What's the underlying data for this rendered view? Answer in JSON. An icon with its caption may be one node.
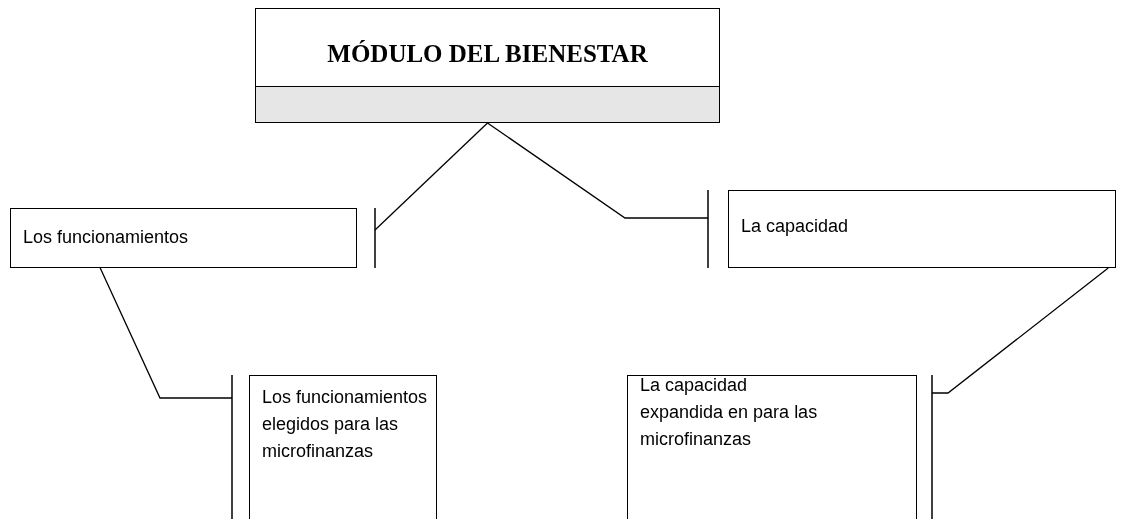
{
  "diagram": {
    "nodes": [
      {
        "text": [
          "MÓDULO DEL BIENESTAR"
        ]
      },
      {
        "text": [
          "Los funcionamientos"
        ]
      },
      {
        "text": [
          "La capacidad"
        ]
      },
      {
        "text": [
          "Los funcionamientos elegidos para las microfinanzas"
        ]
      },
      {
        "text": [
          "La capacidad expandida en para las microfinanzas"
        ]
      }
    ],
    "edges": [
      {
        "from": 0,
        "to": 1,
        "arrow": "other"
      },
      {
        "from": 0,
        "to": 2,
        "arrow": "other"
      },
      {
        "from": 1,
        "to": 3,
        "arrow": "other"
      },
      {
        "from": 2,
        "to": 4,
        "arrow": "other"
      }
    ]
  }
}
